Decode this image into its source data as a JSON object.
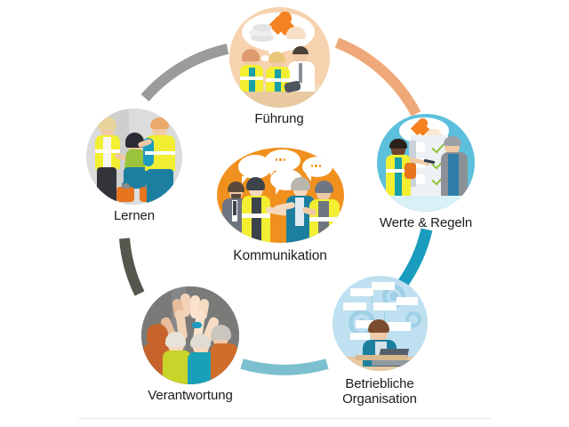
{
  "diagram": {
    "type": "cycle",
    "title": "",
    "center": {
      "id": "kommunikation",
      "label": "Kommunikation",
      "circle_color": "#f0901e",
      "illustration": "group-of-workers-talking-with-speech-bubbles"
    },
    "nodes": [
      {
        "id": "fuehrung",
        "label": "Führung",
        "position": "top",
        "circle_color": "#f6d2ae",
        "illustration": "manager-briefing-workers-at-table-with-thought-bubble-heart-and-coins"
      },
      {
        "id": "werte-regeln",
        "label": "Werte & Regeln",
        "position": "right",
        "circle_color": "#5cc0dc",
        "illustration": "two-workers-reviewing-checklist-with-green-checkmarks-and-heart-bubble"
      },
      {
        "id": "betriebliche-organisation",
        "label": "Betriebliche\nOrganisation",
        "position": "bottom-right",
        "circle_color": "#bfe0f0",
        "illustration": "person-at-laptop-with-gears-and-org-chart"
      },
      {
        "id": "verantwortung",
        "label": "Verantwortung",
        "position": "bottom-left",
        "circle_color": "#7a7a78",
        "illustration": "team-group-high-five"
      },
      {
        "id": "lernen",
        "label": "Lernen",
        "position": "left",
        "circle_color": "#dcdcdc",
        "illustration": "workers-in-safety-vests-demonstrating-correct-lifting-technique"
      }
    ],
    "connectors": [
      {
        "id": "lernen-to-fuehrung",
        "from": "lernen",
        "to": "fuehrung",
        "color": "#9b9b9b"
      },
      {
        "id": "fuehrung-to-werte",
        "from": "fuehrung",
        "to": "werte-regeln",
        "color": "#efa877"
      },
      {
        "id": "werte-to-betrieb",
        "from": "werte-regeln",
        "to": "betriebliche-organisation",
        "color": "#199cbd"
      },
      {
        "id": "betrieb-to-verantw",
        "from": "betriebliche-organisation",
        "to": "verantwortung",
        "color": "#7cbfce"
      },
      {
        "id": "verantw-to-lernen",
        "from": "verantwortung",
        "to": "lernen",
        "color": "#56564f"
      }
    ]
  },
  "palette": {
    "background": "#ffffff",
    "text": "#1c1c1c",
    "orange": "#f0901e",
    "orange_light": "#f6d2ae",
    "teal": "#199cbd",
    "teal_light": "#bfe0f0",
    "gray": "#7a7a78",
    "gray_light": "#dcdcdc",
    "vest_yellow": "#f2ee32",
    "check_green": "#8dc63f",
    "heart_orange": "#f58220",
    "rule": "#e6e6e6"
  }
}
